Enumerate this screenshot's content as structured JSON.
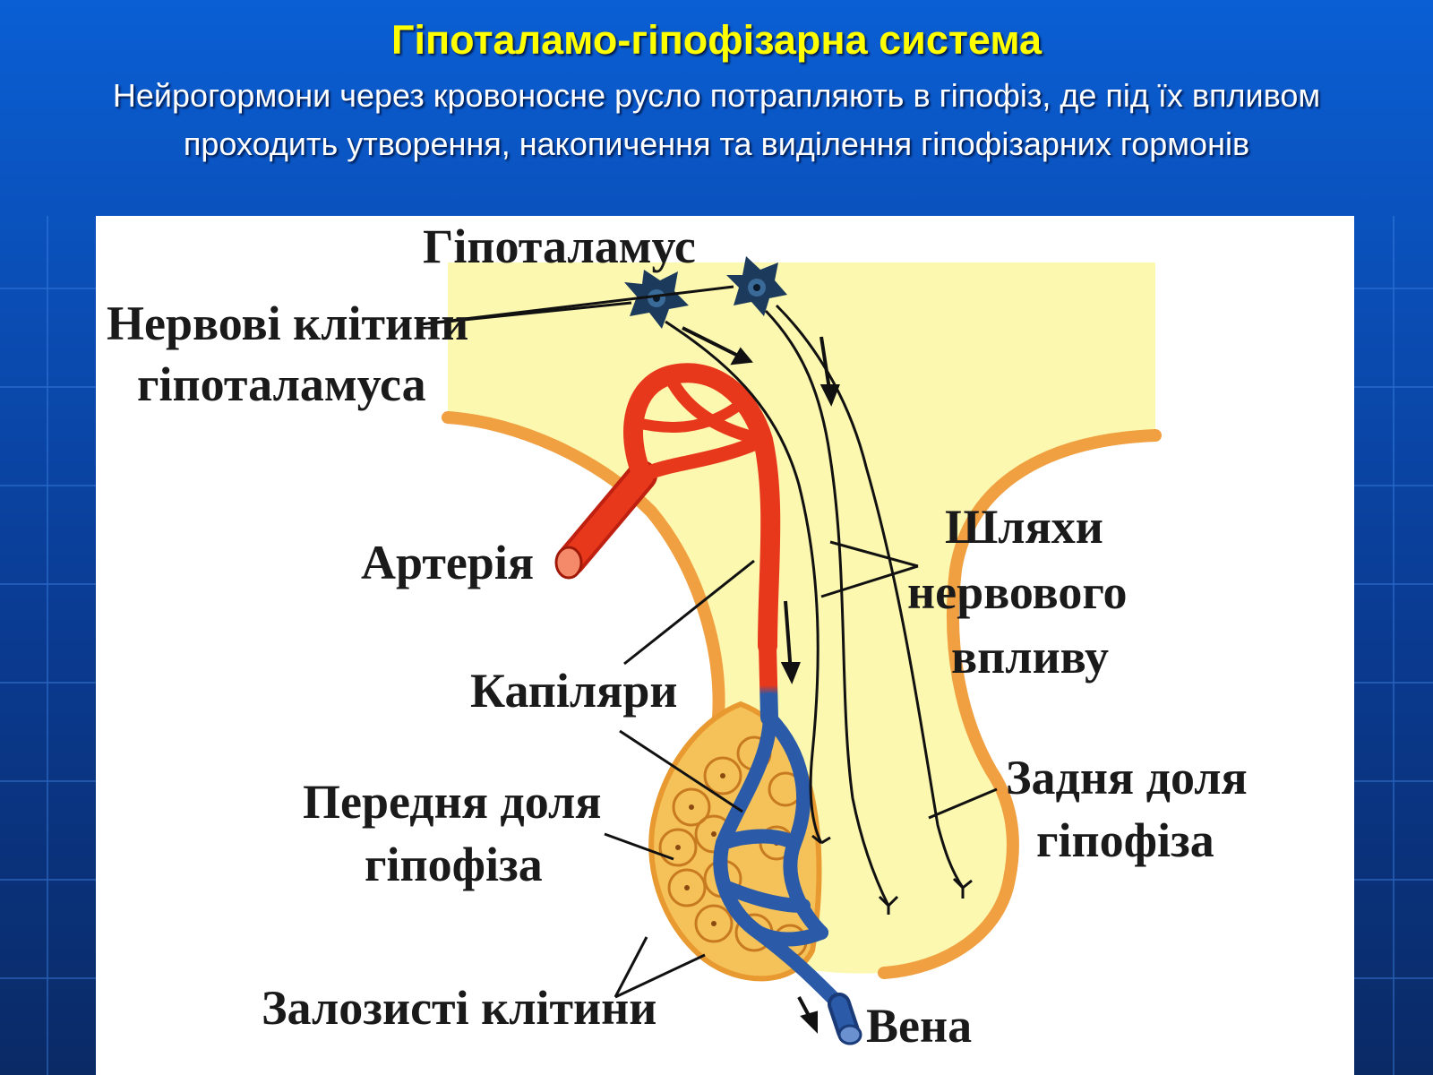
{
  "slide": {
    "title": "Гіпоталамо-гіпофізарна система",
    "subtitle": "Нейрогормони через кровоносне русло потрапляють в гіпофіз, де під їх впливом проходить утворення, накопичення та виділення гіпофізарних гормонів"
  },
  "diagram": {
    "labels": {
      "hypothalamus": "Гіпоталамус",
      "nerve_cells_line1": "Нервові клітини",
      "nerve_cells_line2": "гіпоталамуса",
      "artery": "Артерія",
      "nerve_paths_line1": "Шляхи",
      "nerve_paths_line2": "нервового",
      "nerve_paths_line3": "впливу",
      "capillaries": "Капіляри",
      "anterior_lobe_line1": "Передня доля",
      "anterior_lobe_line2": "гіпофіза",
      "posterior_lobe_line1": "Задня доля",
      "posterior_lobe_line2": "гіпофіза",
      "glandular_cells": "Залозисті клітини",
      "vein": "Вена"
    }
  },
  "colors": {
    "background": "#0a4fb8",
    "title": "#ffff00",
    "tissue": "#fcf8b0",
    "tissue_border": "#f0a040",
    "artery": "#e8381c",
    "vein": "#2a5aa8",
    "neuron": "#1c3a5c"
  }
}
